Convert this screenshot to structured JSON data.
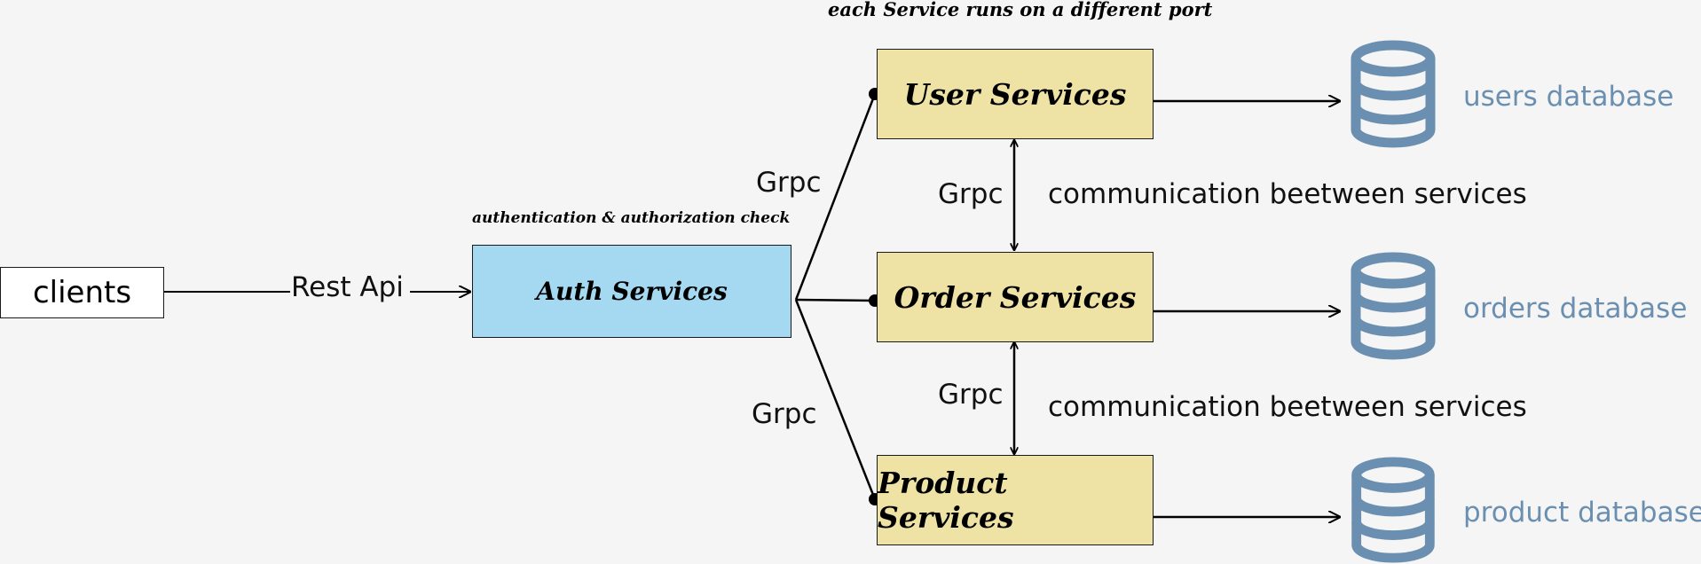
{
  "notes": {
    "top": "each Service runs on a different port",
    "auth": "authentication & authorization check"
  },
  "nodes": {
    "clients": "clients",
    "auth": "Auth Services",
    "user": "User Services",
    "order": "Order Services",
    "product": "Product Services"
  },
  "edges": {
    "rest": "Rest Api",
    "grpc_upper": "Grpc",
    "grpc_lower": "Grpc",
    "grpc_user_order": "Grpc",
    "grpc_order_product": "Grpc",
    "comm_upper": "communication beetween services",
    "comm_lower": "communication beetween services"
  },
  "databases": {
    "users": "users database",
    "orders": "orders database",
    "product": "product database"
  },
  "colors": {
    "auth_fill": "#a4d9f1",
    "service_fill": "#eee3a4",
    "database": "#6b8fb0"
  },
  "icons": [
    "database-icon"
  ]
}
